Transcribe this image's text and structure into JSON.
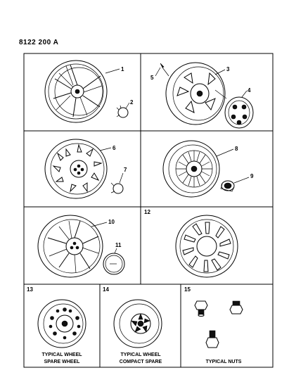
{
  "document_id": "8122 200 A",
  "callouts": [
    "1",
    "2",
    "3",
    "4",
    "5",
    "6",
    "7",
    "8",
    "9",
    "10",
    "11",
    "12",
    "13",
    "14",
    "15"
  ],
  "captions": {
    "panel13": [
      "TYPICAL WHEEL",
      "SPARE WHEEL"
    ],
    "panel14": [
      "TYPICAL WHEEL",
      "COMPACT SPARE"
    ],
    "panel15": [
      "TYPICAL NUTS"
    ]
  }
}
